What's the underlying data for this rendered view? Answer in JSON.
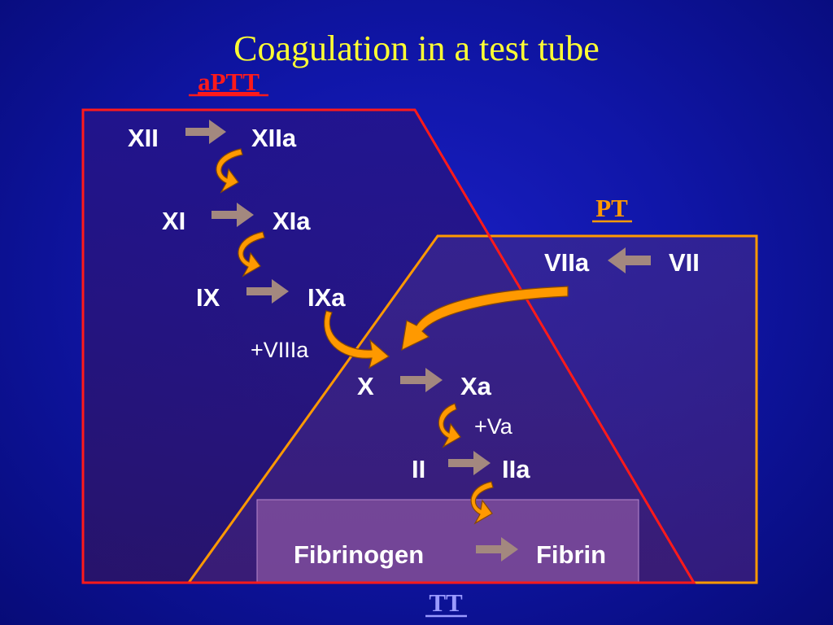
{
  "title": "Coagulation in a test tube",
  "tests": {
    "aptt": "aPTT",
    "pt": "PT",
    "tt": "TT"
  },
  "factors": {
    "xii": "XII",
    "xiia": "XIIa",
    "xi": "XI",
    "xia": "XIa",
    "ix": "IX",
    "ixa": "IXa",
    "viiia": "+VIIIa",
    "viia": "VIIa",
    "vii": "VII",
    "x": "X",
    "xa": "Xa",
    "va": "+Va",
    "ii": "II",
    "iia": "IIa",
    "fibrinogen": "Fibrinogen",
    "fibrin": "Fibrin"
  },
  "colors": {
    "aptt": "#ff1a1a",
    "pt": "#ff9900",
    "tt": "#9a9aff",
    "arrow_gray": "#a3887f",
    "curve_orange": "#ff9900",
    "fibrin_box": "#7a4a9a"
  }
}
